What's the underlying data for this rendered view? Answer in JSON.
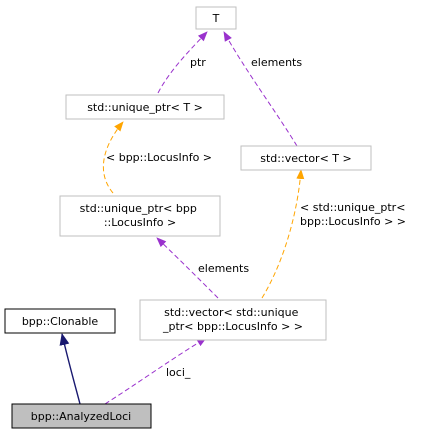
{
  "diagram": {
    "title": "",
    "colors": {
      "node_border_light": "#bfbfbf",
      "node_border_dark": "#000000",
      "highlight_fill": "#bfbfbf",
      "template_edge": "#ffa500",
      "member_edge": "#9a32cd",
      "inheritance_edge": "#191970",
      "background": "#ffffff"
    },
    "nodes": {
      "t": {
        "lines": [
          "T"
        ]
      },
      "unique_ptr_t": {
        "lines": [
          "std::unique_ptr< T >"
        ]
      },
      "vector_t": {
        "lines": [
          "std::vector< T >"
        ]
      },
      "unique_ptr_locus": {
        "lines": [
          "std::unique_ptr< bpp",
          "::LocusInfo >"
        ]
      },
      "vector_unique_ptr_locus": {
        "lines": [
          "std::vector< std::unique",
          "_ptr< bpp::LocusInfo > >"
        ]
      },
      "clonable": {
        "lines": [
          "bpp::Clonable"
        ]
      },
      "analyzed_loci": {
        "lines": [
          "bpp::AnalyzedLoci"
        ]
      }
    },
    "edges": {
      "ptr": {
        "label_lines": [
          "ptr"
        ]
      },
      "elements_t": {
        "label_lines": [
          "elements"
        ]
      },
      "unique_ptr_template": {
        "label_lines": [
          "< bpp::LocusInfo >"
        ]
      },
      "vector_template": {
        "label_lines": [
          "< std::unique_ptr<",
          "bpp::LocusInfo > >"
        ]
      },
      "elements_locus": {
        "label_lines": [
          "elements"
        ]
      },
      "loci": {
        "label_lines": [
          "loci_"
        ]
      },
      "inherits": {
        "label_lines": []
      }
    }
  }
}
